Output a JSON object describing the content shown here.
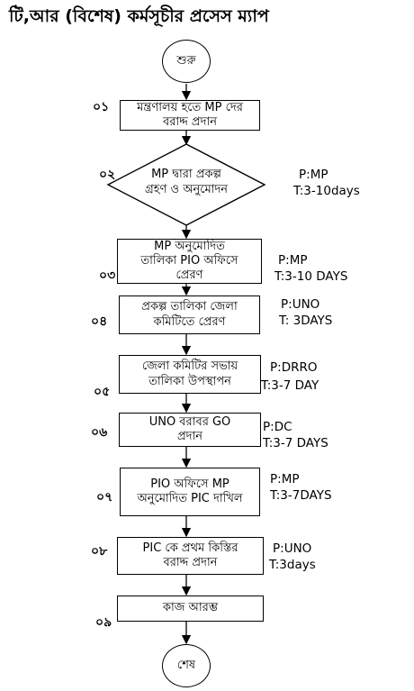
{
  "title": "টি,আর (বিশেষ) কর্মসূচীর প্রসেস ম্যাপ",
  "start": "শুরু",
  "end": "শেষ",
  "steps": [
    {
      "num": "০১",
      "line1": "মন্ত্রণালয় হতে MP দের",
      "line2": "বরাদ্দ প্রদান",
      "p": "",
      "t": ""
    },
    {
      "num": "০২",
      "line1": "MP দ্বারা প্রকল্প",
      "line2": "গ্রহণ ও অনুমোদন",
      "p": "P:MP",
      "t": "T:3-10days"
    },
    {
      "num": "০৩",
      "line1": "MP অনুমোদিত",
      "line2": "তালিকা PIO অফিসে",
      "line3": "প্রেরণ",
      "p": "P:MP",
      "t": "T:3-10 DAYS"
    },
    {
      "num": "০৪",
      "line1": "প্রকল্প তালিকা জেলা",
      "line2": "কমিটিতে প্রেরণ",
      "p": "P:UNO",
      "t": "T: 3DAYS"
    },
    {
      "num": "০৫",
      "line1": "জেলা কমিটির সভায়",
      "line2": "তালিকা উপস্থাপন",
      "p": "P:DRRO",
      "t": "T:3-7 DAY"
    },
    {
      "num": "০৬",
      "line1": "UNO বরাবর GO",
      "line2": "প্রদান",
      "p": "P:DC",
      "t": "T:3-7 DAYS"
    },
    {
      "num": "০৭",
      "line1": "PIO অফিসে MP",
      "line2": "অনুমোদিত PIC দাখিল",
      "p": "P:MP",
      "t": "T:3-7DAYS"
    },
    {
      "num": "০৮",
      "line1": "PIC কে প্রথম কিস্তির",
      "line2": "বরাদ্দ প্রদান",
      "p": "P:UNO",
      "t": "T:3days"
    },
    {
      "num": "০৯",
      "line1": "কাজ আরম্ভ",
      "line2": "",
      "p": "",
      "t": ""
    }
  ]
}
